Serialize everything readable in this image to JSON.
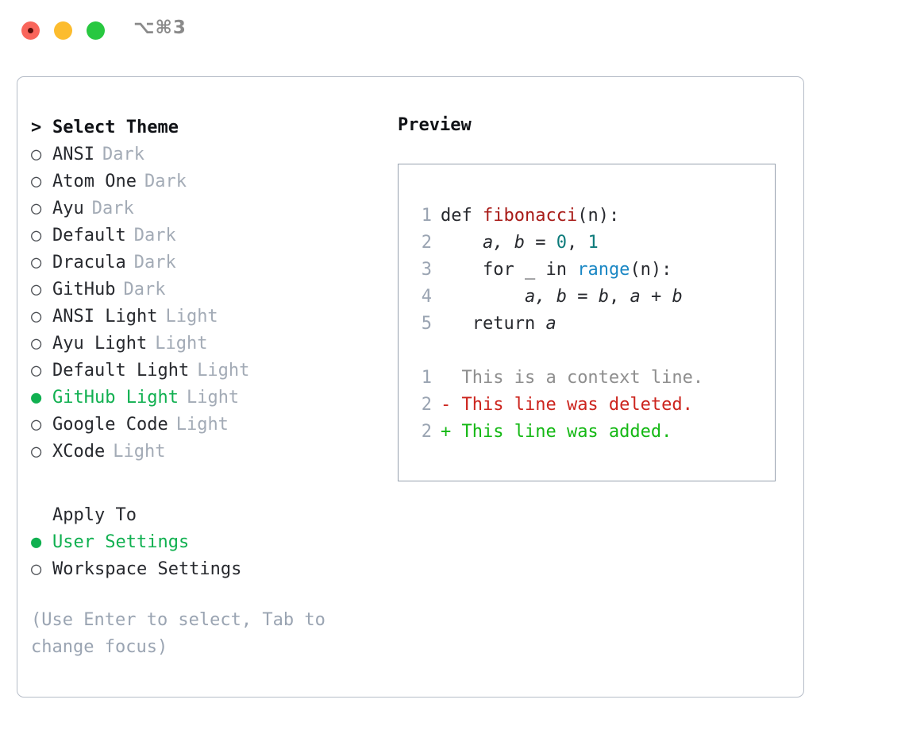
{
  "window": {
    "shortcut": "⌥⌘3",
    "traffic_lights": [
      {
        "name": "close-button",
        "color": "#f9655b"
      },
      {
        "name": "minimize-button",
        "color": "#fcbc2e"
      },
      {
        "name": "zoom-button",
        "color": "#28c840"
      }
    ]
  },
  "theme_list": {
    "header": {
      "marker": ">",
      "label": "Select Theme"
    },
    "items": [
      {
        "marker": "○",
        "label": "ANSI",
        "tag": "Dark",
        "selected": false
      },
      {
        "marker": "○",
        "label": "Atom One",
        "tag": "Dark",
        "selected": false
      },
      {
        "marker": "○",
        "label": "Ayu",
        "tag": "Dark",
        "selected": false
      },
      {
        "marker": "○",
        "label": "Default",
        "tag": "Dark",
        "selected": false
      },
      {
        "marker": "○",
        "label": "Dracula",
        "tag": "Dark",
        "selected": false
      },
      {
        "marker": "○",
        "label": "GitHub",
        "tag": "Dark",
        "selected": false
      },
      {
        "marker": "○",
        "label": "ANSI Light",
        "tag": "Light",
        "selected": false
      },
      {
        "marker": "○",
        "label": "Ayu Light",
        "tag": "Light",
        "selected": false
      },
      {
        "marker": "○",
        "label": "Default Light",
        "tag": "Light",
        "selected": false
      },
      {
        "marker": "●",
        "label": "GitHub Light",
        "tag": "Light",
        "selected": true
      },
      {
        "marker": "○",
        "label": "Google Code",
        "tag": "Light",
        "selected": false
      },
      {
        "marker": "○",
        "label": "XCode",
        "tag": "Light",
        "selected": false
      }
    ]
  },
  "apply_to": {
    "header": {
      "marker": "",
      "label": "Apply To"
    },
    "items": [
      {
        "marker": "●",
        "label": "User Settings",
        "selected": true
      },
      {
        "marker": "○",
        "label": "Workspace Settings",
        "selected": false
      }
    ]
  },
  "hint": "(Use Enter to select, Tab to change focus)",
  "preview": {
    "title": "Preview",
    "code_lines": [
      {
        "no": "1",
        "tokens": [
          {
            "t": "def ",
            "c": "tok-kw"
          },
          {
            "t": "fibonacci",
            "c": "tok-fn"
          },
          {
            "t": "(n):",
            "c": "tok-punct"
          }
        ]
      },
      {
        "no": "2",
        "tokens": [
          {
            "t": "    ",
            "c": "tok-kw"
          },
          {
            "t": "a, b",
            "c": "tok-var"
          },
          {
            "t": " = ",
            "c": "tok-punct"
          },
          {
            "t": "0",
            "c": "tok-num"
          },
          {
            "t": ", ",
            "c": "tok-punct"
          },
          {
            "t": "1",
            "c": "tok-num"
          }
        ]
      },
      {
        "no": "3",
        "tokens": [
          {
            "t": "    for ",
            "c": "tok-kw"
          },
          {
            "t": "_",
            "c": "tok-var"
          },
          {
            "t": " in ",
            "c": "tok-kw"
          },
          {
            "t": "range",
            "c": "tok-call"
          },
          {
            "t": "(n):",
            "c": "tok-punct"
          }
        ]
      },
      {
        "no": "4",
        "tokens": [
          {
            "t": "        ",
            "c": "tok-kw"
          },
          {
            "t": "a, b",
            "c": "tok-var"
          },
          {
            "t": " = ",
            "c": "tok-punct"
          },
          {
            "t": "b",
            "c": "tok-var"
          },
          {
            "t": ", ",
            "c": "tok-punct"
          },
          {
            "t": "a",
            "c": "tok-var"
          },
          {
            "t": " + ",
            "c": "tok-punct"
          },
          {
            "t": "b",
            "c": "tok-var"
          }
        ]
      },
      {
        "no": "5",
        "tokens": [
          {
            "t": "   return ",
            "c": "tok-kw"
          },
          {
            "t": "a",
            "c": "tok-var"
          }
        ]
      }
    ],
    "diff_lines": [
      {
        "no": "1",
        "sign": " ",
        "text": " This is a context line.",
        "kind": "diff-ctx"
      },
      {
        "no": "2",
        "sign": "-",
        "text": " This line was deleted.",
        "kind": "diff-del"
      },
      {
        "no": "2",
        "sign": "+",
        "text": " This line was added.",
        "kind": "diff-add"
      }
    ]
  },
  "colors": {
    "accent_green": "#10b050",
    "panel_border": "#b6bdc8",
    "preview_border": "#97a1ae",
    "muted_text": "#a3abb6",
    "hint_text": "#9aa4b2",
    "diff_added": "#14b814",
    "diff_deleted": "#cc241d",
    "token_function": "#a81b18",
    "token_number": "#0d7b7b",
    "token_call": "#1a87c4"
  }
}
